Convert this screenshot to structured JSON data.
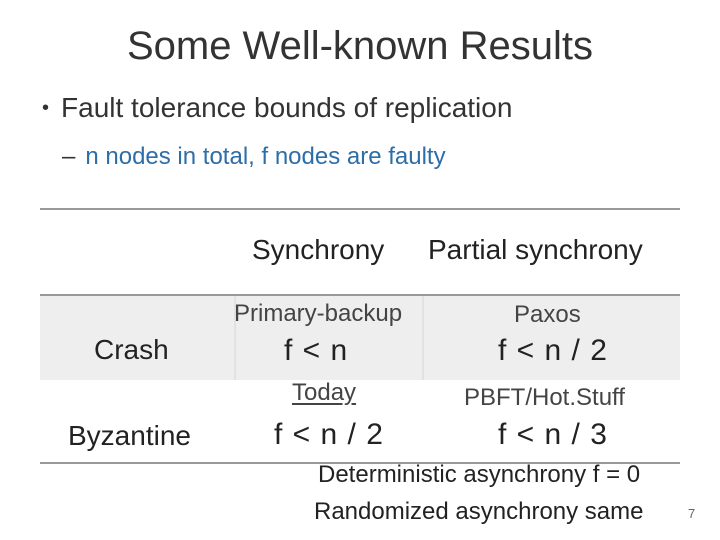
{
  "title": "Some Well-known Results",
  "bullet": "Fault tolerance bounds of replication",
  "sub_bullet": "n nodes in total, f nodes are faulty",
  "table": {
    "headers": [
      "Synchrony",
      "Partial synchrony"
    ],
    "rows": [
      {
        "label": "Crash",
        "sync_protocol": "Primary-backup",
        "sync_bound": "f < n",
        "partial_protocol": "Paxos",
        "partial_bound": "f < n / 2"
      },
      {
        "label": "Byzantine",
        "sync_protocol": "Today",
        "sync_bound": "f < n / 2",
        "partial_protocol": "PBFT/Hot.Stuff",
        "partial_bound": "f < n / 3"
      }
    ]
  },
  "notes": [
    "Deterministic asynchrony f = 0",
    "Randomized asynchrony same"
  ],
  "page_number": "7"
}
